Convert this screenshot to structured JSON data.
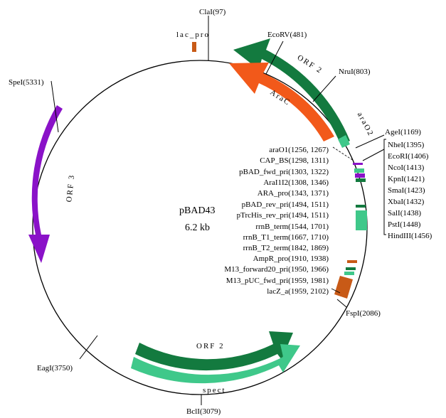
{
  "plasmid": {
    "name": "pBAD43",
    "size": "6.2 kb"
  },
  "colors": {
    "dark_green": "#137a3f",
    "light_green": "#3fc88a",
    "orange": "#f2591a",
    "brown": "#c85a17",
    "purple": "#8a12c8",
    "backbone": "#000000"
  },
  "sites": [
    {
      "label": "ClaI(97)"
    },
    {
      "label": "EcoRV(481)"
    },
    {
      "label": "NruI(803)"
    },
    {
      "label": "AgeI(1169)"
    },
    {
      "label": "FspI(2086)"
    },
    {
      "label": "BclI(3079)"
    },
    {
      "label": "EagI(3750)"
    },
    {
      "label": "SpeI(5331)"
    }
  ],
  "mcs": [
    "NheI(1395)",
    "EcoRI(1406)",
    "NcoI(1413)",
    "KpnI(1421)",
    "SmaI(1423)",
    "XbaI(1432)",
    "SalI(1438)",
    "PstI(1448)",
    "HindIII(1456)"
  ],
  "features": [
    {
      "label": "araO1(1256, 1267)",
      "color": "#8a12c8"
    },
    {
      "label": "CAP_BS(1298, 1311)",
      "color": "#c85a17"
    },
    {
      "label": "pBAD_fwd_pri(1303, 1322)",
      "color": "#137a3f"
    },
    {
      "label": "AraI1I2(1308, 1346)",
      "color": "#3fc88a"
    },
    {
      "label": "ARA_pro(1343, 1371)",
      "color": "#8a12c8"
    },
    {
      "label": "pBAD_rev_pri(1494, 1511)",
      "color": "#c85a17"
    },
    {
      "label": "pTrcHis_rev_pri(1494, 1511)",
      "color": "#137a3f"
    },
    {
      "label": "rrnB_term(1544, 1701)",
      "color": "#3fc88a"
    },
    {
      "label": "rrnB_T1_term(1667, 1710)",
      "color": "#8a12c8"
    },
    {
      "label": "rrnB_T2_term(1842, 1869)",
      "color": "#c85a17"
    },
    {
      "label": "AmpR_pro(1910, 1938)",
      "color": "#137a3f"
    },
    {
      "label": "M13_forward20_pri(1950, 1966)",
      "color": "#3fc88a"
    },
    {
      "label": "M13_pUC_fwd_pri(1959, 1981)",
      "color": "#8a12c8"
    },
    {
      "label": "lacZ_a(1959, 2102)",
      "color": "#c85a17"
    }
  ],
  "arc_labels": {
    "lac_pro": "lac_pro",
    "orf2_top": "ORF 2",
    "arac": "AraC",
    "arao2": "araO2",
    "orf3": "ORF 3",
    "orf2_bottom": "ORF 2",
    "spect": "spect"
  }
}
